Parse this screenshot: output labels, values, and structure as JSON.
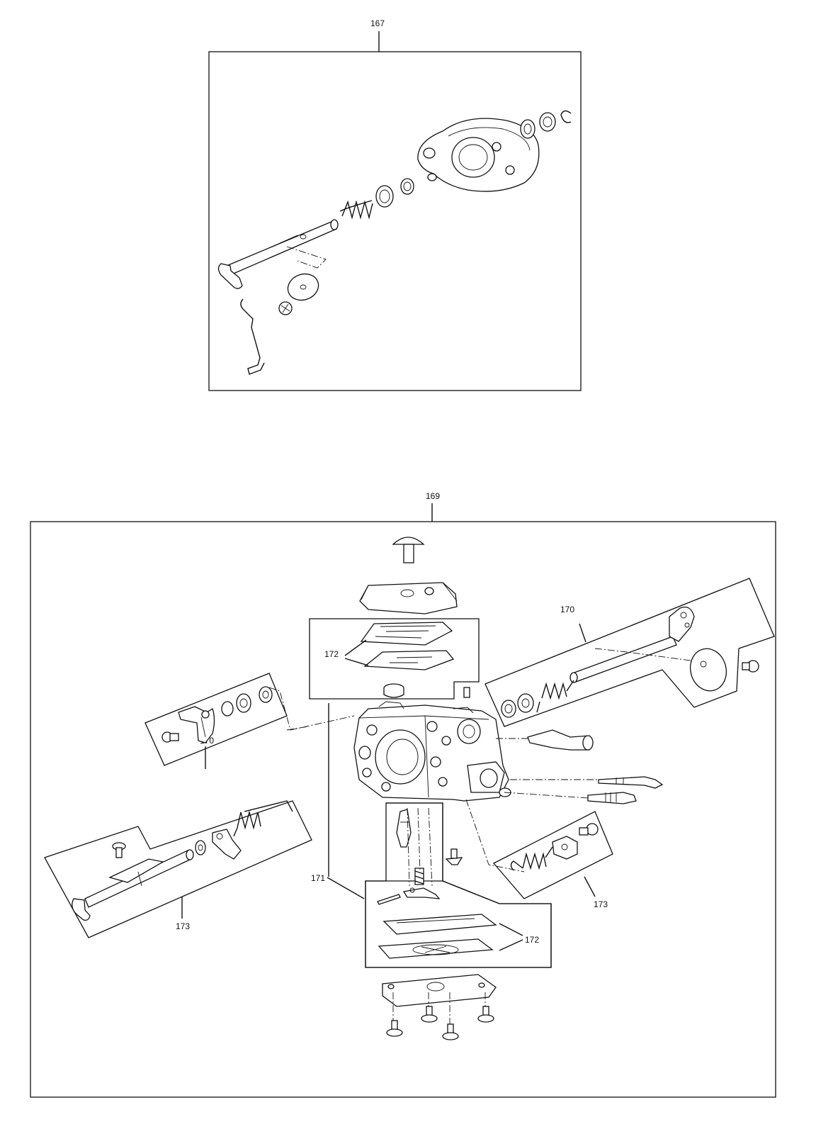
{
  "diagram_top": {
    "number": "167"
  },
  "diagram_bottom": {
    "number": "169",
    "callouts": [
      {
        "id": "callout-170-right",
        "text": "170"
      },
      {
        "id": "callout-172-upper",
        "text": "172"
      },
      {
        "id": "callout-170-left",
        "text": "170"
      },
      {
        "id": "callout-171",
        "text": "171"
      },
      {
        "id": "callout-173-left",
        "text": "173"
      },
      {
        "id": "callout-173-right",
        "text": "173"
      },
      {
        "id": "callout-172-lower",
        "text": "172"
      }
    ]
  }
}
